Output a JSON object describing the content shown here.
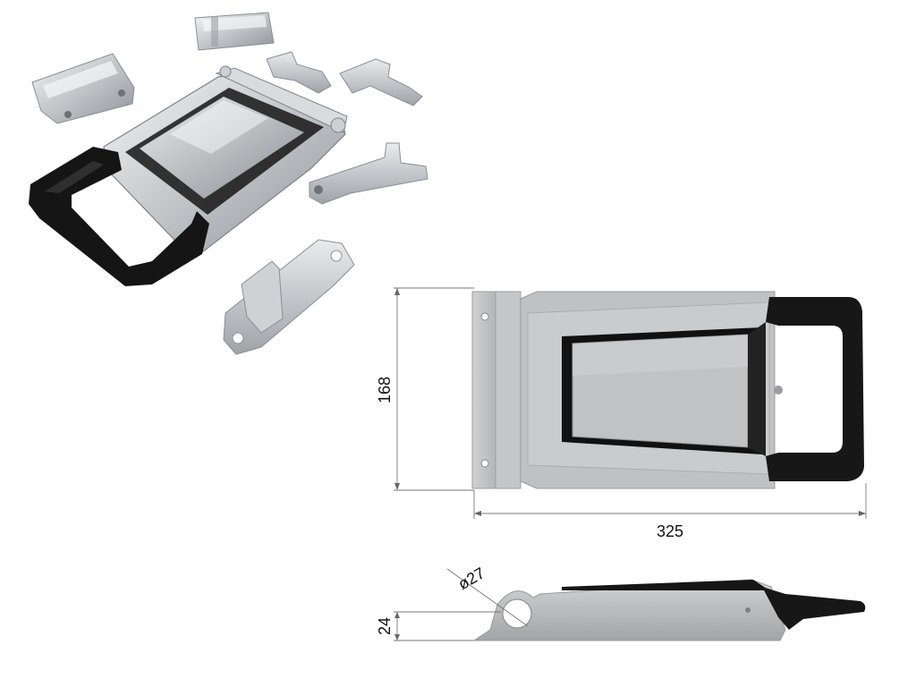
{
  "dimensions": {
    "height_label": "168",
    "width_label": "325",
    "thickness_label": "24",
    "hole_diameter_label": "ø27"
  },
  "colors": {
    "background": "#ffffff",
    "steel_light": "#e6e8ea",
    "steel_mid": "#b9bdc2",
    "steel_dark": "#7d8288",
    "rubber_black": "#161616",
    "drawing_gray": "#a9abad",
    "drawing_gray_light": "#c9cacb",
    "dimension_line": "#777777"
  }
}
